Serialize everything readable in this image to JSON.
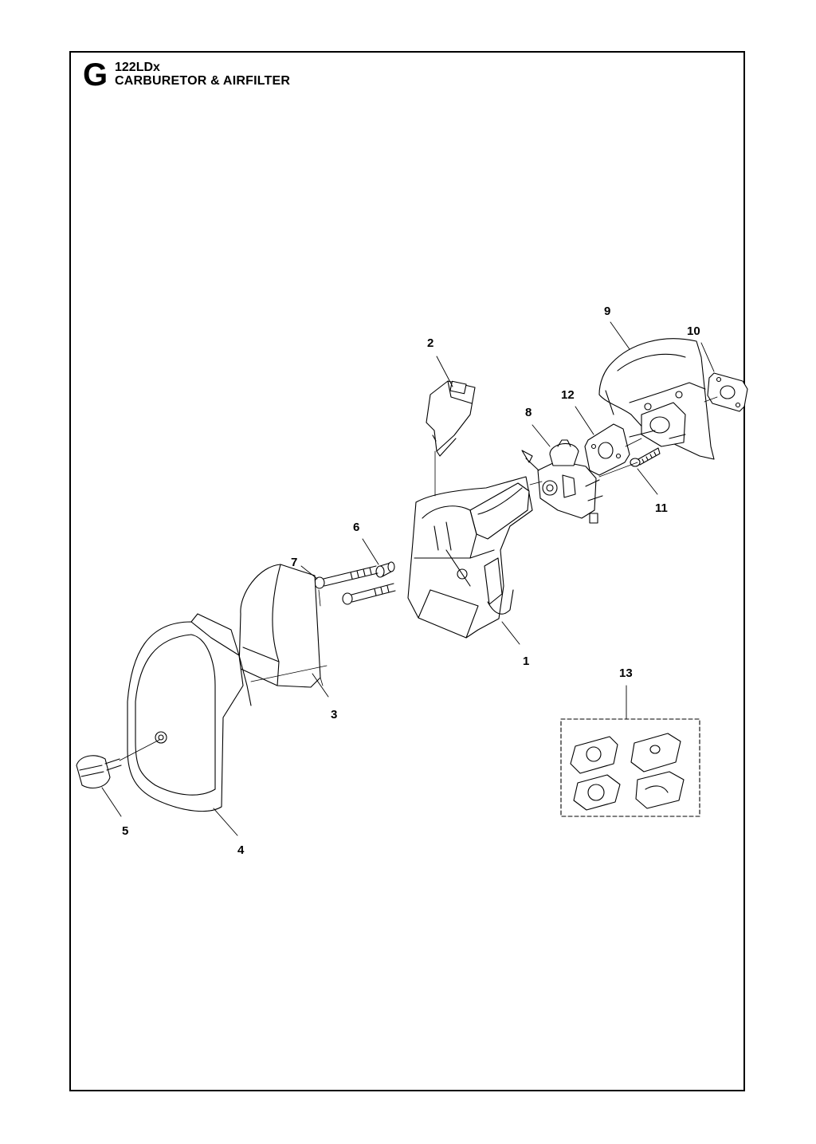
{
  "header": {
    "section_letter": "G",
    "model": "122LDx",
    "title": "CARBURETOR & AIRFILTER"
  },
  "callouts": {
    "c1": "1",
    "c2": "2",
    "c3": "3",
    "c4": "4",
    "c5": "5",
    "c6": "6",
    "c7": "7",
    "c8": "8",
    "c9": "9",
    "c10": "10",
    "c11": "11",
    "c12": "12",
    "c13": "13"
  }
}
